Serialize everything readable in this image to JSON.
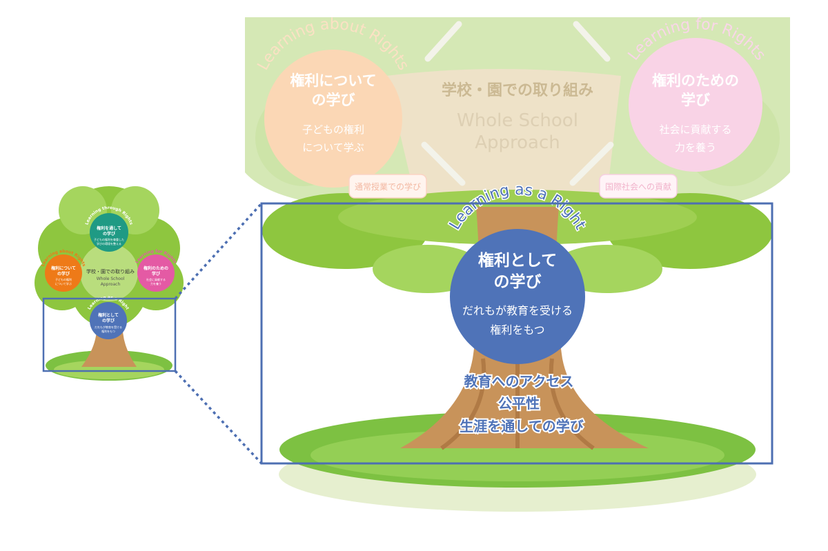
{
  "colors": {
    "about": "#ee7a18",
    "for": "#e45aa4",
    "as": "#4f73b8",
    "through": "#1f9a84",
    "frame": "#4d6fb2",
    "leaf": "#8ec63f",
    "trunk": "#c8935a",
    "grass": "#7dc142"
  },
  "large": {
    "about_arc": "Learning about Rights",
    "about_title": [
      "権利について",
      "の学び"
    ],
    "about_desc": [
      "子どもの権利",
      "について学ぶ"
    ],
    "for_arc": "Learning for Rights",
    "for_title": [
      "権利のための",
      "学び"
    ],
    "for_desc": [
      "社会に貢献する",
      "力を養う"
    ],
    "center_title": "学校・園での取り組み",
    "center_sub": [
      "Whole School",
      "Approach"
    ],
    "tag_left": "通常授業での学び",
    "tag_right": "国際社会への貢献",
    "as_arc": "Learning as a Right",
    "as_title": [
      "権利として",
      "の学び"
    ],
    "as_desc": [
      "だれもが教育を受ける",
      "権利をもつ"
    ],
    "trunk_items": [
      "教育へのアクセス",
      "公平性",
      "生涯を通しての学び"
    ]
  },
  "small": {
    "through_arc": "Learning through Rights",
    "through_title": [
      "権利を通して",
      "の学び"
    ],
    "through_desc": [
      "子どもの権利を尊重した",
      "学びの環境を整える"
    ],
    "about_arc": "Learning about Rights",
    "about_title": [
      "権利について",
      "の学び"
    ],
    "about_desc": [
      "子どもの権利",
      "について学ぶ"
    ],
    "center_title": "学校・園での取り組み",
    "center_sub": [
      "Whole School",
      "Approach"
    ],
    "for_arc": "Learning for Rights",
    "for_title": [
      "権利のための",
      "学び"
    ],
    "for_desc": [
      "社会に貢献する",
      "力を養う"
    ],
    "as_arc": "Learning as a Right",
    "as_title": [
      "権利として",
      "の学び"
    ],
    "as_desc": [
      "だれもが教育を受ける",
      "権利をもつ"
    ]
  }
}
